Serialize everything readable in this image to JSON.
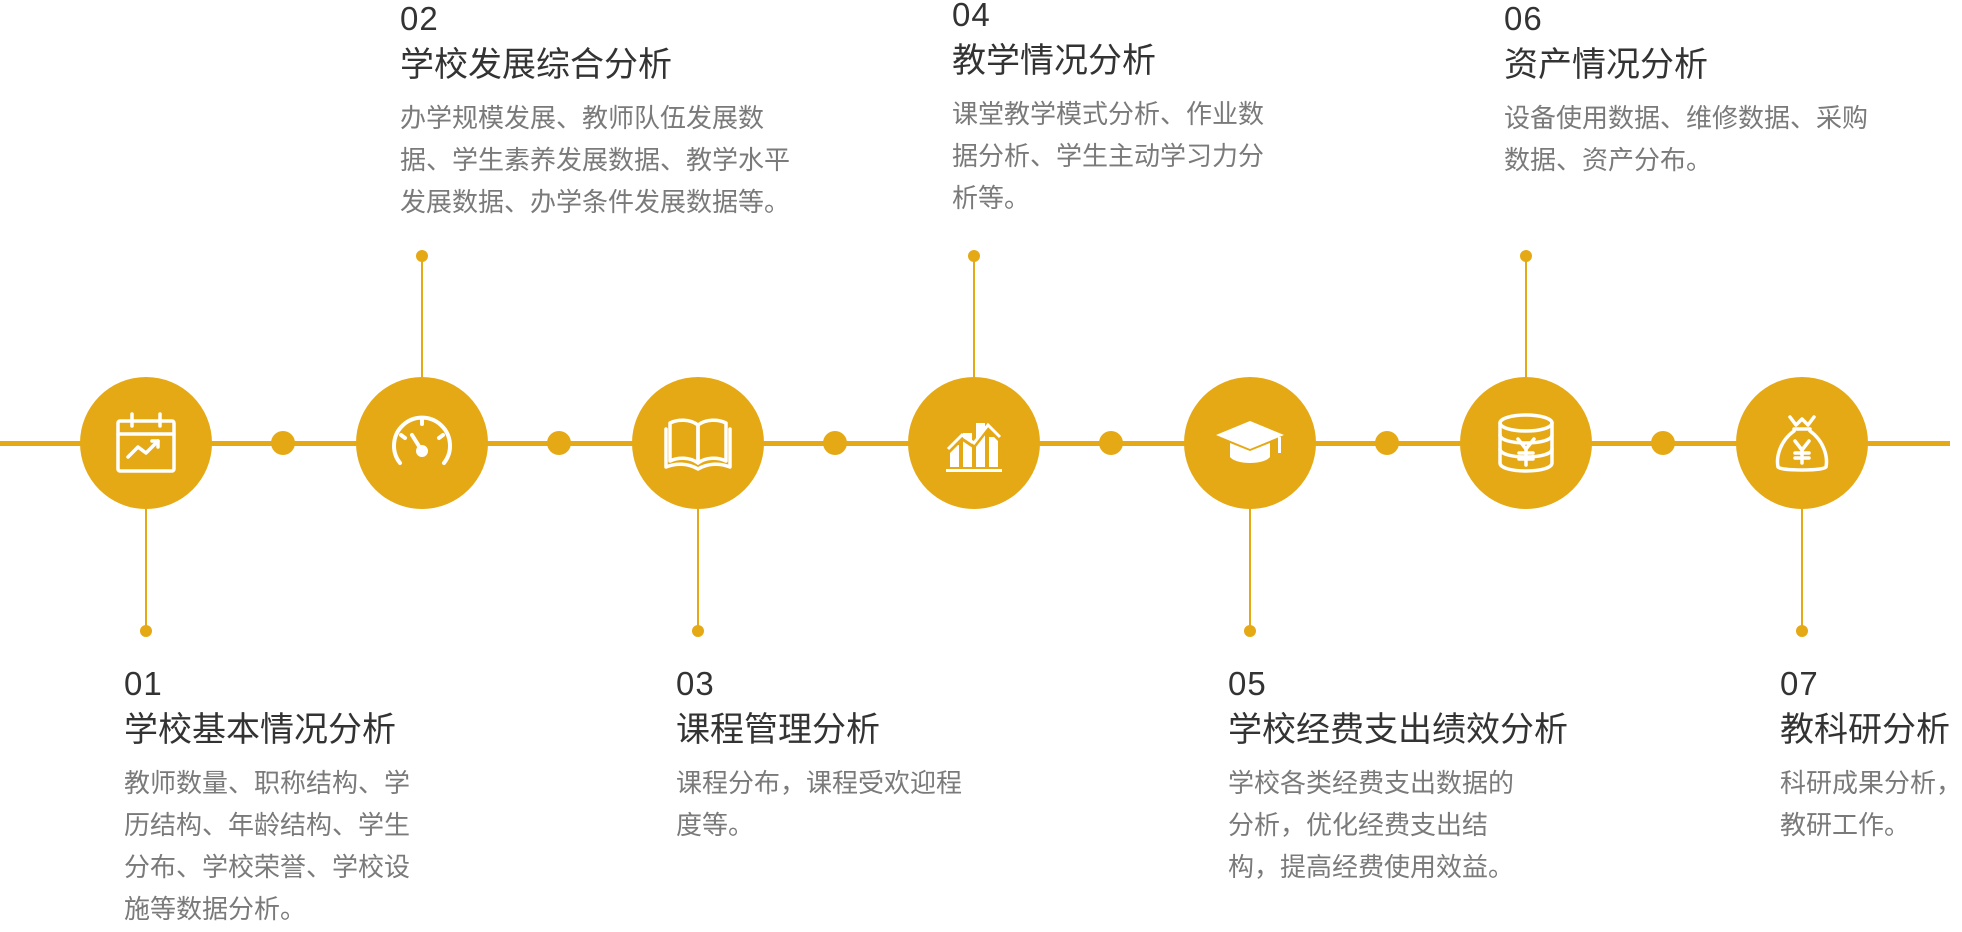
{
  "accent_color": "#e6a916",
  "stages": [
    {
      "number": "01",
      "title": "学校基本情况分析",
      "desc_lines": [
        "教师数量、职称结构、学",
        "历结构、年龄结构、学生",
        "分布、学校荣誉、学校设",
        "施等数据分析。"
      ],
      "icon": "calendar-chart-icon",
      "position": "below"
    },
    {
      "number": "02",
      "title": "学校发展综合分析",
      "desc_lines": [
        "办学规模发展、教师队伍发展数",
        "据、学生素养发展数据、教学水平",
        "发展数据、办学条件发展数据等。"
      ],
      "icon": "gauge-icon",
      "position": "above"
    },
    {
      "number": "03",
      "title": "课程管理分析",
      "desc_lines": [
        "课程分布，课程受欢迎程",
        "度等。"
      ],
      "icon": "open-book-icon",
      "position": "below"
    },
    {
      "number": "04",
      "title": "教学情况分析",
      "desc_lines": [
        "课堂教学模式分析、作业数",
        "据分析、学生主动学习力分",
        "析等。"
      ],
      "icon": "bar-chart-icon",
      "position": "above"
    },
    {
      "number": "05",
      "title": "学校经费支出绩效分析",
      "desc_lines": [
        "学校各类经费支出数据的",
        "分析，优化经费支出结",
        "构，提高经费使用效益。"
      ],
      "icon": "graduation-cap-icon",
      "position": "below"
    },
    {
      "number": "06",
      "title": "资产情况分析",
      "desc_lines": [
        "设备使用数据、维修数据、采购",
        "数据、资产分布。"
      ],
      "icon": "coin-stack-icon",
      "position": "above"
    },
    {
      "number": "07",
      "title": "教科研分析",
      "desc_lines": [
        "科研成果分析，",
        "教研工作。"
      ],
      "icon": "money-bag-icon",
      "position": "below"
    }
  ]
}
